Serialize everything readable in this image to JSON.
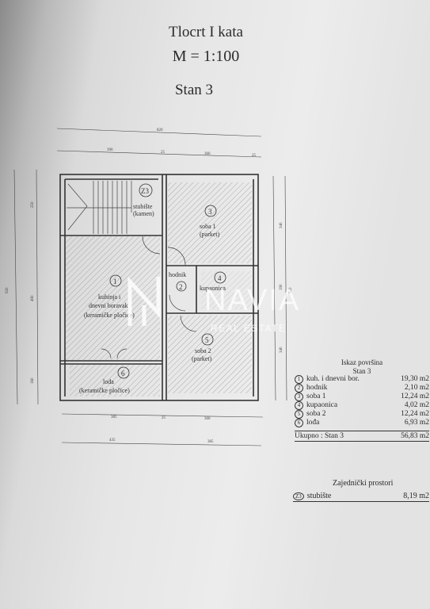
{
  "header": {
    "title": "Tlocrt I kata",
    "scale": "M = 1:100",
    "unit": "Stan  3"
  },
  "dimensions": {
    "top_total": "820",
    "top_a": "390",
    "top_b": "25",
    "top_c": "360",
    "top_d": "25",
    "bottom_a": "385",
    "bottom_b": "25",
    "bottom_c": "360",
    "bottom_total_a": "435",
    "bottom_total_b": "385",
    "left_total": "920",
    "left_a": "250",
    "left_b": "490",
    "left_c": "160",
    "right_a": "340",
    "right_b": "190",
    "right_c": "340"
  },
  "rooms": [
    {
      "num": "Z3",
      "name": "stubište",
      "finish": "(kamen)"
    },
    {
      "num": "3",
      "name": "soba 1",
      "finish": "(parket)"
    },
    {
      "num": "1",
      "name": "kuhinja i",
      "name2": "dnevni boravak",
      "finish": "(keramičke pločice)"
    },
    {
      "num": "2",
      "name": "hodnik"
    },
    {
      "num": "4",
      "name": "kupaonica"
    },
    {
      "num": "5",
      "name": "soba 2",
      "finish": "(parket)"
    },
    {
      "num": "6",
      "name": "lođa",
      "finish": "(keramičke pločice)"
    }
  ],
  "watermark": {
    "brand": "NAVIA",
    "sub": "REAL ESTATE"
  },
  "area_table": {
    "title": "Iskaz površina",
    "subtitle": "Stan 3",
    "rows": [
      {
        "n": "1",
        "label": "kuh. i dnevni bor.",
        "value": "19,30 m2"
      },
      {
        "n": "2",
        "label": "hodnik",
        "value": "2,10 m2"
      },
      {
        "n": "3",
        "label": "soba  1",
        "value": "12,24 m2"
      },
      {
        "n": "4",
        "label": "kupaonica",
        "value": "4,02 m2"
      },
      {
        "n": "5",
        "label": "soba  2",
        "value": "12,24 m2"
      },
      {
        "n": "6",
        "label": "lođa",
        "value": "6,93 m2"
      }
    ],
    "total_label": "Ukupno :   Stan 3",
    "total_value": "56,83 m2"
  },
  "common": {
    "title": "Zajednički prostori",
    "num": "Z3",
    "label": "stubište",
    "value": "8,19 m2"
  }
}
